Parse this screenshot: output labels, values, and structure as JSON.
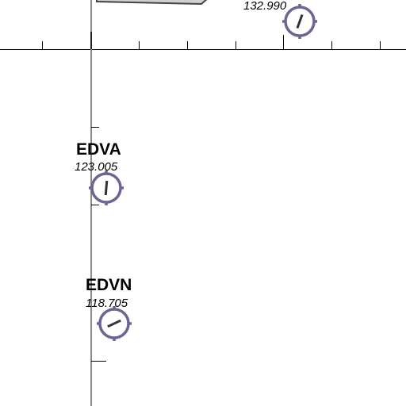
{
  "airfields": [
    {
      "id": "top-right",
      "ident": "",
      "frequency": "132.990",
      "runway_bearing_deg": 20
    },
    {
      "id": "edva",
      "ident": "EDVA",
      "frequency": "123.005",
      "runway_bearing_deg": 5
    },
    {
      "id": "edvn",
      "ident": "EDVN",
      "frequency": "118.705",
      "runway_bearing_deg": 65
    }
  ],
  "colors": {
    "airfield_symbol": "#6e6494",
    "grid_line": "#000000",
    "vertical_grid_line": "#8a8a8a",
    "area_outline": "#444444",
    "area_fill": "#d0d0d0"
  },
  "icons": {
    "airfield": "airfield-icon"
  }
}
